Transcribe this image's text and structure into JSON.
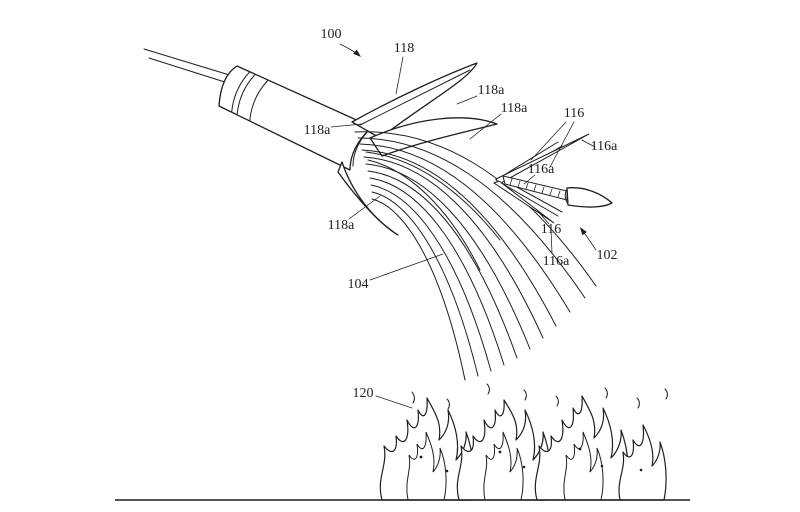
{
  "figure": {
    "type": "patent-line-drawing",
    "description": "Projectile releasing suppressant streams over a fire, with detached nose dart",
    "colors": {
      "background": "#ffffff",
      "ink": "#1f1f1f"
    },
    "labels": [
      {
        "id": "100",
        "text": "100"
      },
      {
        "id": "118",
        "text": "118"
      },
      {
        "id": "118a-top",
        "text": "118a"
      },
      {
        "id": "118a-right",
        "text": "118a"
      },
      {
        "id": "116-top",
        "text": "116"
      },
      {
        "id": "116a-right",
        "text": "116a"
      },
      {
        "id": "118a-left",
        "text": "118a"
      },
      {
        "id": "116a-mid",
        "text": "116a"
      },
      {
        "id": "118a-lower",
        "text": "118a"
      },
      {
        "id": "116-lower",
        "text": "116"
      },
      {
        "id": "116a-lower",
        "text": "116a"
      },
      {
        "id": "102",
        "text": "102"
      },
      {
        "id": "104",
        "text": "104"
      },
      {
        "id": "120",
        "text": "120"
      }
    ]
  }
}
